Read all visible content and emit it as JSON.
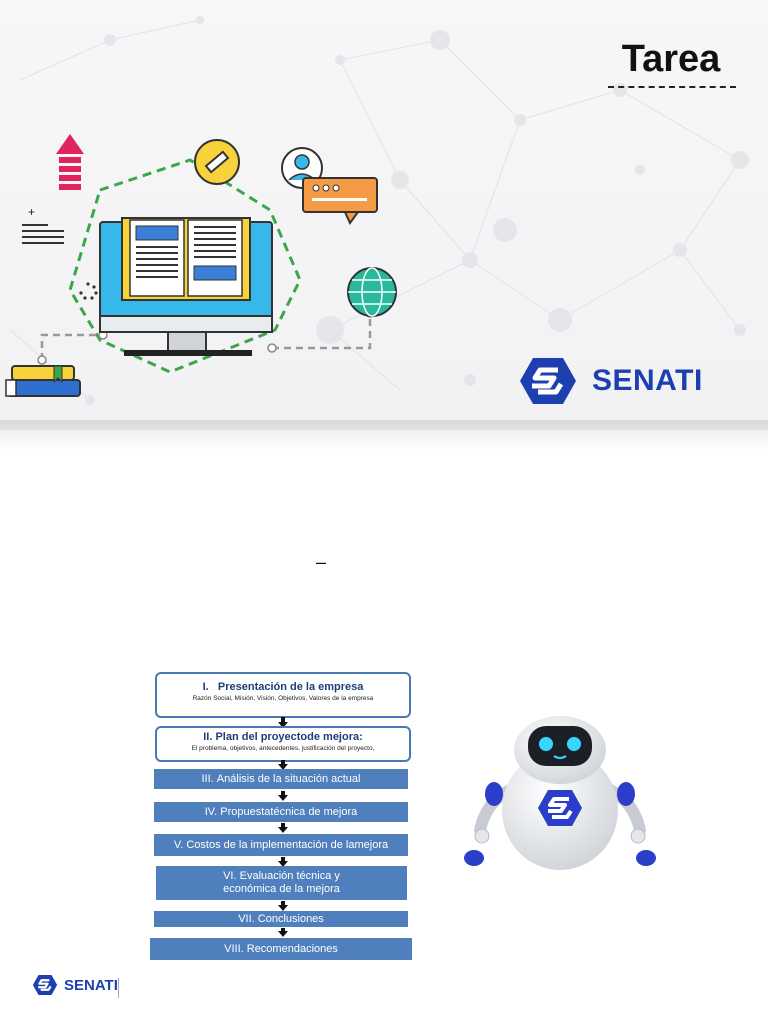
{
  "header": {
    "title": "Tarea"
  },
  "brand": {
    "name": "SENATI",
    "color": "#1d3fb0"
  },
  "icons": [
    "upload-arrow-icon",
    "pencil-icon",
    "user-icon",
    "chat-bubble-icon",
    "document-lines-icon",
    "monitor-book-icon",
    "globe-icon",
    "books-icon",
    "loading-dots-icon"
  ],
  "separator": "–",
  "steps": [
    {
      "numeral": "I.",
      "title": "Presentación de la empresa",
      "subtitle": "Razón Social, Misión, Visión, Objetivos, Valores de la empresa",
      "style": "outlined"
    },
    {
      "numeral": "II.",
      "title": "Plan  del proyectode mejora:",
      "subtitle": "El problema, objetivos, antecedentes, justificación del proyecto,",
      "style": "outlined"
    },
    {
      "numeral": "III.",
      "title": "Análisis de la situación actual",
      "style": "filled"
    },
    {
      "numeral": "IV.",
      "title": "Propuestatécnica de mejora",
      "style": "filled"
    },
    {
      "numeral": "V.",
      "title": "Costos de la implementación de lamejora",
      "style": "filled"
    },
    {
      "numeral": "VI.",
      "title": "Evaluación técnica y económica de la mejora",
      "style": "filled"
    },
    {
      "numeral": "VII.",
      "title": "Conclusiones",
      "style": "filled"
    },
    {
      "numeral": "VIII.",
      "title": "Recomendaciones",
      "style": "filled"
    }
  ],
  "colors": {
    "step_fill": "#4f80bd",
    "step_border": "#4a78b5",
    "illustration_green": "#3aa84a",
    "screen_blue": "#36b9ea"
  }
}
